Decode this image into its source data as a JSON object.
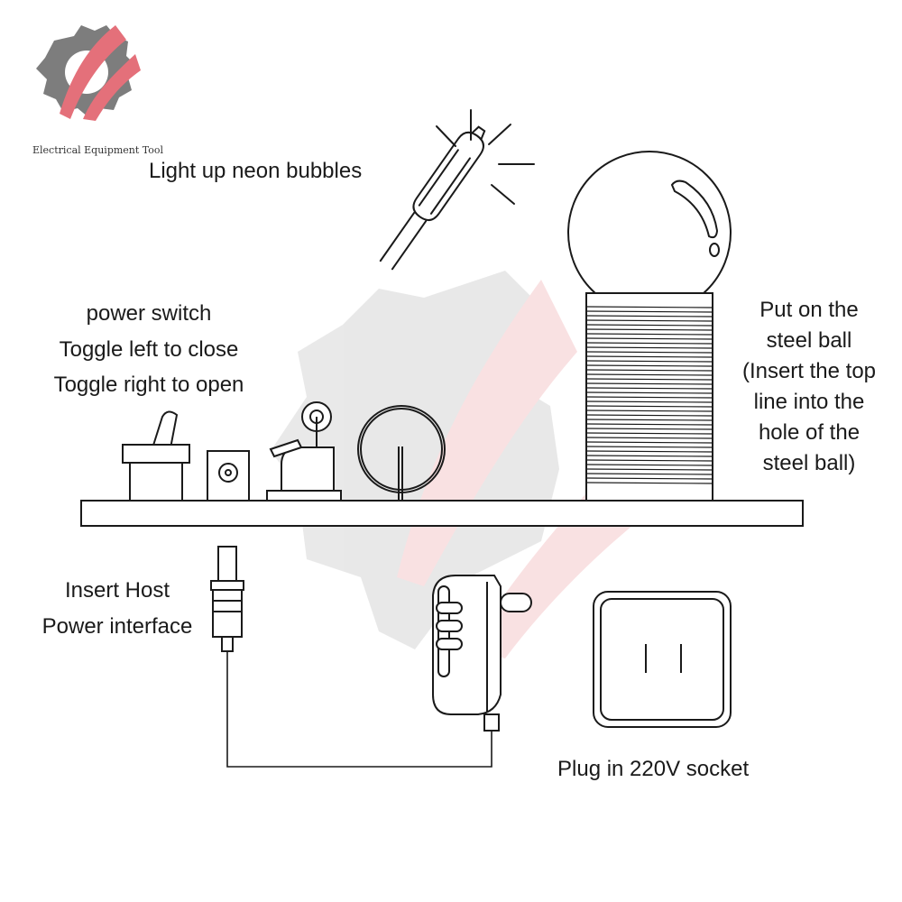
{
  "brand": {
    "name": "Electrical Equipment Tool",
    "colors": {
      "gear": "#7a7a7a",
      "accent": "#e4707a"
    }
  },
  "labels": {
    "neon": "Light up neon bubbles",
    "switch": [
      "power switch",
      "Toggle left to close",
      "Toggle right to open"
    ],
    "ball": [
      "Put on the",
      "steel ball",
      "(Insert the top",
      "line into the",
      "hole of the",
      "steel ball)"
    ],
    "host": [
      "Insert Host",
      "Power interface"
    ],
    "socket": "Plug in 220V socket"
  },
  "icons": [
    "logo-gear-icon",
    "neon-bulb-icon",
    "toggle-switch-icon",
    "dc-jack-icon",
    "lamp-holder-icon",
    "coil-ring-icon",
    "steel-ball-icon",
    "tesla-coil-icon",
    "dc-plug-icon",
    "power-adapter-icon",
    "wall-socket-icon"
  ]
}
